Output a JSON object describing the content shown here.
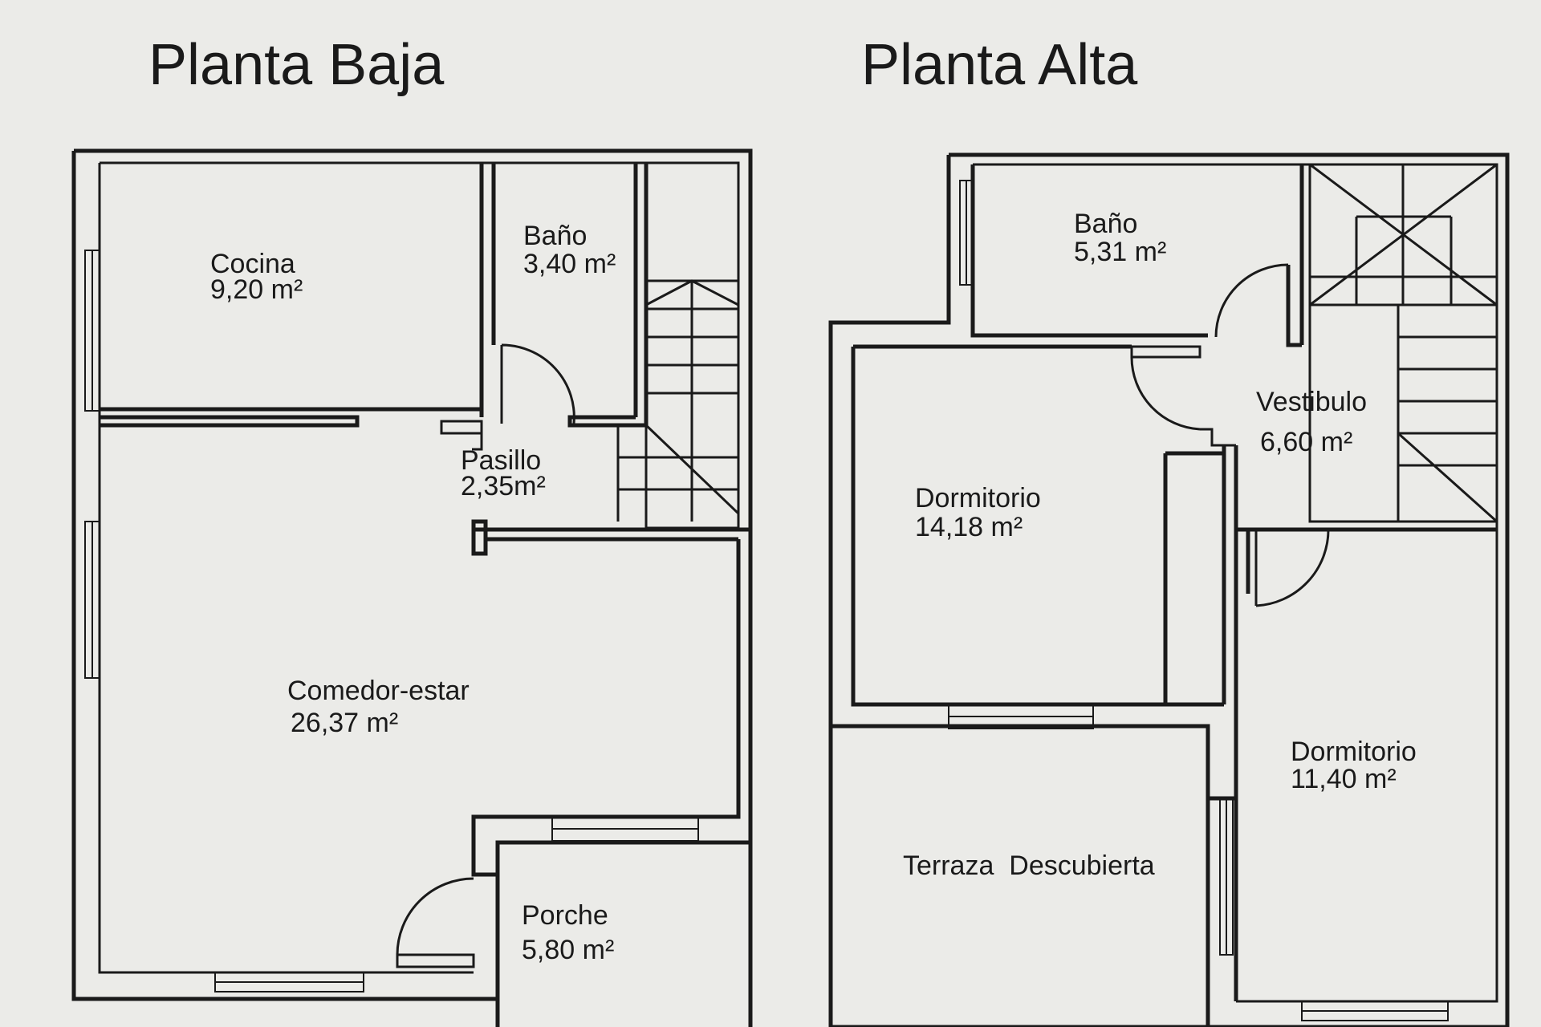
{
  "floors": {
    "ground": {
      "title": "Planta Baja",
      "rooms": {
        "cocina": {
          "name": "Cocina",
          "area": "9,20 m²"
        },
        "bano": {
          "name": "Baño",
          "area": "3,40 m²"
        },
        "pasillo": {
          "name": "Pasillo",
          "area": "2,35m²"
        },
        "comedor": {
          "name": "Comedor-estar",
          "area": "26,37 m²"
        },
        "porche": {
          "name": "Porche",
          "area": "5,80 m²"
        }
      }
    },
    "upper": {
      "title": "Planta Alta",
      "rooms": {
        "bano": {
          "name": "Baño",
          "area": "5,31 m²"
        },
        "vestibulo": {
          "name": "Vestibulo",
          "area": "6,60 m²"
        },
        "dormitorio1": {
          "name": "Dormitorio",
          "area": "14,18 m²"
        },
        "dormitorio2": {
          "name": "Dormitorio",
          "area": "11,40 m²"
        },
        "terraza": {
          "name": "Terraza  Descubierta"
        }
      }
    }
  }
}
